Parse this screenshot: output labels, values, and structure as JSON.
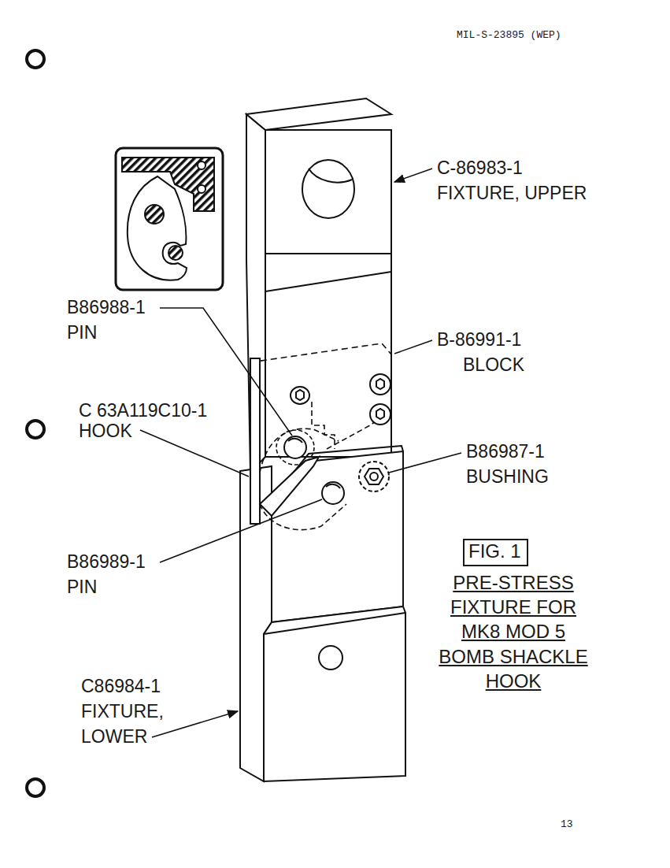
{
  "diagram": {
    "caption": "PRE-STRESS FIXTURE FOR MK8 MOD 5 BOMB SHACKLE HOOK",
    "nodes": [
      {
        "text": [
          "FIG. 1"
        ]
      }
    ],
    "labels": [
      "MIL-S-23895 (WEP)",
      "C-86983-1",
      "FIXTURE, UPPER",
      "B86988-1",
      "PIN",
      "B-86991-1",
      "BLOCK",
      "C 63A119C10-1",
      "HOOK",
      "B86987-1",
      "BUSHING",
      "B86989-1",
      "PIN",
      "C86984-1",
      "FIXTURE,",
      "LOWER",
      "13"
    ]
  }
}
